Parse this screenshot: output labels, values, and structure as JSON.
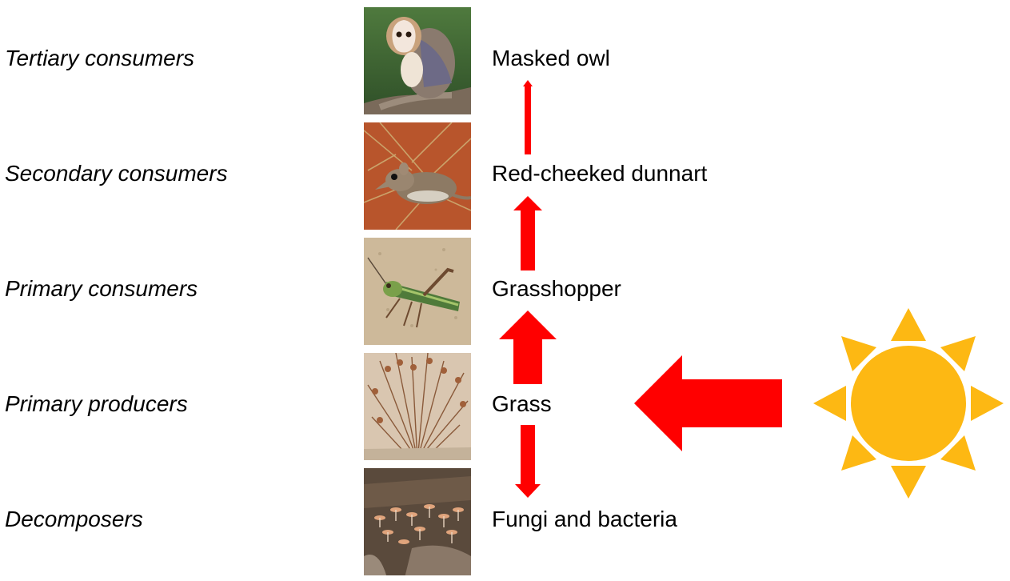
{
  "levels": [
    {
      "label": "Tertiary consumers",
      "organism": "Masked owl",
      "photo_icon": "owl-photo"
    },
    {
      "label": "Secondary consumers",
      "organism": "Red-cheeked dunnart",
      "photo_icon": "dunnart-photo"
    },
    {
      "label": "Primary consumers",
      "organism": "Grasshopper",
      "photo_icon": "grasshopper-photo"
    },
    {
      "label": "Primary producers",
      "organism": "Grass",
      "photo_icon": "grass-photo"
    },
    {
      "label": "Decomposers",
      "organism": "Fungi and bacteria",
      "photo_icon": "fungi-photo"
    }
  ],
  "colors": {
    "arrow": "#ff0000",
    "sun": "#fdb813"
  },
  "icons": {
    "sun": "sun-icon",
    "energy_arrow": "energy-flow-arrow"
  }
}
